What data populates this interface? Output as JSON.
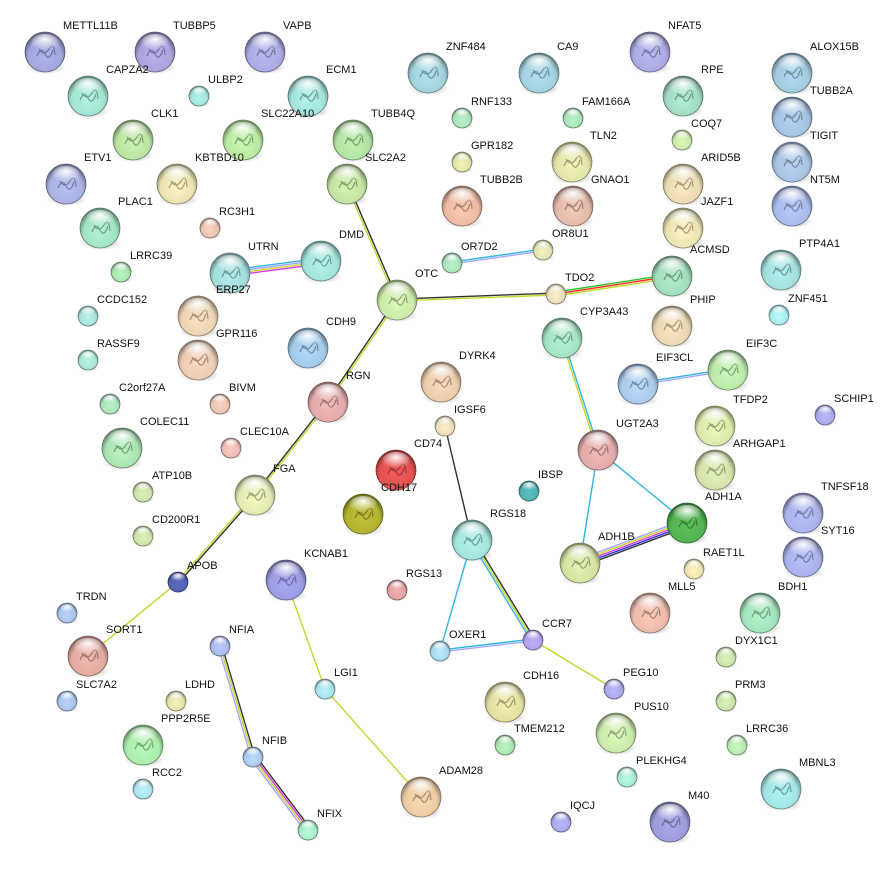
{
  "edge_colors": {
    "black": "#333333",
    "textmining": "#c4d82c",
    "database": "#2fb6e0",
    "experiments": "#e034e0",
    "coexpression": "#a8a6ff",
    "neighborhood": "#2ec82e",
    "fusion": "#ff2a2a",
    "cooccurrence": "#2a2ae0"
  },
  "nodes": [
    {
      "label": "METTL11B",
      "color": "#a2a6dc",
      "structure": true
    },
    {
      "label": "TUBBP5",
      "color": "#aaa2da",
      "structure": true
    },
    {
      "label": "VAPB",
      "color": "#aaaae2",
      "structure": true
    },
    {
      "label": "ZNF484",
      "color": "#a2d2dc",
      "structure": true
    },
    {
      "label": "CA9",
      "color": "#a2d0de",
      "structure": true
    },
    {
      "label": "NFAT5",
      "color": "#aaaae2",
      "structure": true
    },
    {
      "label": "ALOX15B",
      "color": "#a2cade",
      "structure": true
    },
    {
      "label": "CAPZA2",
      "color": "#a2e2d2",
      "structure": true
    },
    {
      "label": "ULBP2",
      "color": "#a2e2da",
      "structure": false
    },
    {
      "label": "ECM1",
      "color": "#a2e2da",
      "structure": true
    },
    {
      "label": "RPE",
      "color": "#a2dcc2",
      "structure": true
    },
    {
      "label": "TUBB2A",
      "color": "#a6c2e2",
      "structure": true
    },
    {
      "label": "RNF133",
      "color": "#aae2ba",
      "structure": false
    },
    {
      "label": "FAM166A",
      "color": "#aae2ba",
      "structure": false
    },
    {
      "label": "CLK1",
      "color": "#bae2a2",
      "structure": true
    },
    {
      "label": "SLC22A10",
      "color": "#bae8a2",
      "structure": true
    },
    {
      "label": "TUBB4Q",
      "color": "#b2e2a2",
      "structure": true
    },
    {
      "label": "COQ7",
      "color": "#cae8aa",
      "structure": false
    },
    {
      "label": "TLN2",
      "color": "#e2e2aa",
      "structure": true
    },
    {
      "label": "GPR182",
      "color": "#e2e2aa",
      "structure": false
    },
    {
      "label": "TIGIT",
      "color": "#aac2e2",
      "structure": true
    },
    {
      "label": "ETV1",
      "color": "#aab2e2",
      "structure": true
    },
    {
      "label": "KBTBD10",
      "color": "#eae2b2",
      "structure": true
    },
    {
      "label": "SLC2A2",
      "color": "#c2e2a2",
      "structure": true
    },
    {
      "label": "ARID5B",
      "color": "#eadab2",
      "structure": true
    },
    {
      "label": "NT5M",
      "color": "#aabaea",
      "structure": true
    },
    {
      "label": "TUBB2B",
      "color": "#eabaa2",
      "structure": true
    },
    {
      "label": "GNAO1",
      "color": "#e2baaa",
      "structure": true
    },
    {
      "label": "PLAC1",
      "color": "#a2e2c2",
      "structure": true
    },
    {
      "label": "RC3H1",
      "color": "#eac2b2",
      "structure": false
    },
    {
      "label": "JAZF1",
      "color": "#eae2b2",
      "structure": true
    },
    {
      "label": "OR8U1",
      "color": "#e2e2b2",
      "structure": false
    },
    {
      "label": "OR7D2",
      "color": "#aae2ba",
      "structure": false
    },
    {
      "label": "UTRN",
      "color": "#a2dcda",
      "structure": true
    },
    {
      "label": "DMD",
      "color": "#a2e2da",
      "structure": true
    },
    {
      "label": "LRRC39",
      "color": "#aae2b2",
      "structure": false
    },
    {
      "label": "ACMSD",
      "color": "#a2dcba",
      "structure": true
    },
    {
      "label": "PTP4A1",
      "color": "#a2dede",
      "structure": true
    },
    {
      "label": "OTC",
      "color": "#cae8aa",
      "structure": true
    },
    {
      "label": "TDO2",
      "color": "#eadeba",
      "structure": false
    },
    {
      "label": "ZNF451",
      "color": "#aaeaea",
      "structure": false
    },
    {
      "label": "CCDC152",
      "color": "#aae2da",
      "structure": false
    },
    {
      "label": "ERP27",
      "color": "#ead2b2",
      "structure": true
    },
    {
      "label": "PHIP",
      "color": "#ead6b2",
      "structure": true
    },
    {
      "label": "GPR116",
      "color": "#eacab2",
      "structure": true
    },
    {
      "label": "CDH9",
      "color": "#a2cae8",
      "structure": true
    },
    {
      "label": "CYP3A43",
      "color": "#a2e2c2",
      "structure": true
    },
    {
      "label": "RASSF9",
      "color": "#aae2d2",
      "structure": false
    },
    {
      "label": "EIF3CL",
      "color": "#aacaea",
      "structure": true
    },
    {
      "label": "EIF3C",
      "color": "#bae8aa",
      "structure": true
    },
    {
      "label": "DYRK4",
      "color": "#eacaaa",
      "structure": true
    },
    {
      "label": "C2orf27A",
      "color": "#aae2ba",
      "structure": false
    },
    {
      "label": "BIVM",
      "color": "#eac2b2",
      "structure": false
    },
    {
      "label": "RGN",
      "color": "#e2aaaa",
      "structure": true
    },
    {
      "label": "SCHIP1",
      "color": "#aaaaea",
      "structure": false
    },
    {
      "label": "TFDP2",
      "color": "#dae8aa",
      "structure": true
    },
    {
      "label": "UGT2A3",
      "color": "#e2aaaa",
      "structure": true
    },
    {
      "label": "IGSF6",
      "color": "#eadeba",
      "structure": false
    },
    {
      "label": "COLEC11",
      "color": "#aae2b2",
      "structure": true
    },
    {
      "label": "CLEC10A",
      "color": "#eabab2",
      "structure": false
    },
    {
      "label": "ARHGAP1",
      "color": "#d2e2aa",
      "structure": true
    },
    {
      "label": "CD74",
      "color": "#e25252",
      "structure": true
    },
    {
      "label": "ATP10B",
      "color": "#cae2aa",
      "structure": false
    },
    {
      "label": "FGA",
      "color": "#e2e8b2",
      "structure": true
    },
    {
      "label": "IBSP",
      "color": "#52b2b2",
      "structure": false
    },
    {
      "label": "CDH17",
      "color": "#b2b232",
      "structure": true
    },
    {
      "label": "TNFSF18",
      "color": "#aab2ea",
      "structure": true
    },
    {
      "label": "RGS18",
      "color": "#a2e2da",
      "structure": true
    },
    {
      "label": "ADH1A",
      "color": "#52b252",
      "structure": true
    },
    {
      "label": "CD200R1",
      "color": "#cae2aa",
      "structure": false
    },
    {
      "label": "ADH1B",
      "color": "#d2e2a2",
      "structure": true
    },
    {
      "label": "RAET1L",
      "color": "#eae2b2",
      "structure": false
    },
    {
      "label": "SYT16",
      "color": "#aab2ea",
      "structure": true
    },
    {
      "label": "APOB",
      "color": "#5262b2",
      "structure": false
    },
    {
      "label": "KCNAB1",
      "color": "#9c9ce2",
      "structure": true
    },
    {
      "label": "RGS13",
      "color": "#e2a2a2",
      "structure": false
    },
    {
      "label": "TRDN",
      "color": "#aac2ea",
      "structure": false
    },
    {
      "label": "MLL5",
      "color": "#eabaaa",
      "structure": true
    },
    {
      "label": "BDH1",
      "color": "#a2e2ba",
      "structure": true
    },
    {
      "label": "SORT1",
      "color": "#e2aaa2",
      "structure": true
    },
    {
      "label": "NFIA",
      "color": "#aabaea",
      "structure": false
    },
    {
      "label": "CCR7",
      "color": "#b2a2ea",
      "structure": false
    },
    {
      "label": "OXER1",
      "color": "#aadaea",
      "structure": false
    },
    {
      "label": "DYX1C1",
      "color": "#cae2aa",
      "structure": false
    },
    {
      "label": "LGI1",
      "color": "#aae2ea",
      "structure": false
    },
    {
      "label": "PEG10",
      "color": "#aaaaea",
      "structure": false
    },
    {
      "label": "SLC7A2",
      "color": "#aac2ea",
      "structure": false
    },
    {
      "label": "LDHD",
      "color": "#e2e2aa",
      "structure": false
    },
    {
      "label": "CDH16",
      "color": "#e2dea2",
      "structure": true
    },
    {
      "label": "PRM3",
      "color": "#cae2aa",
      "structure": false
    },
    {
      "label": "PPP2R5E",
      "color": "#aaeaaa",
      "structure": true
    },
    {
      "label": "TMEM212",
      "color": "#aae2b2",
      "structure": false
    },
    {
      "label": "PUS10",
      "color": "#cae8aa",
      "structure": true
    },
    {
      "label": "LRRC36",
      "color": "#bae8b2",
      "structure": false
    },
    {
      "label": "NFIB",
      "color": "#aacaea",
      "structure": false
    },
    {
      "label": "PLEKHG4",
      "color": "#aaead2",
      "structure": false
    },
    {
      "label": "RCC2",
      "color": "#aae2ea",
      "structure": false
    },
    {
      "label": "MBNL3",
      "color": "#a2e2e2",
      "structure": true
    },
    {
      "label": "ADAM28",
      "color": "#eacaa2",
      "structure": true
    },
    {
      "label": "IQCJ",
      "color": "#aaaaea",
      "structure": false
    },
    {
      "label": "M40",
      "color": "#9c9cda",
      "structure": true
    },
    {
      "label": "NFIX",
      "color": "#aaeaca",
      "structure": false
    }
  ],
  "edges": [
    {
      "a": "SLC2A2",
      "b": "OTC",
      "evidence": [
        "black",
        "textmining"
      ]
    },
    {
      "a": "OTC",
      "b": "RGN",
      "evidence": [
        "textmining",
        "black"
      ]
    },
    {
      "a": "RGN",
      "b": "FGA",
      "evidence": [
        "textmining",
        "black"
      ]
    },
    {
      "a": "FGA",
      "b": "APOB",
      "evidence": [
        "black",
        "textmining"
      ]
    },
    {
      "a": "APOB",
      "b": "SORT1",
      "evidence": [
        "textmining"
      ]
    },
    {
      "a": "OTC",
      "b": "TDO2",
      "evidence": [
        "black",
        "textmining"
      ]
    },
    {
      "a": "TDO2",
      "b": "ACMSD",
      "evidence": [
        "neighborhood",
        "fusion",
        "textmining"
      ]
    },
    {
      "a": "OR7D2",
      "b": "OR8U1",
      "evidence": [
        "database",
        "coexpression"
      ]
    },
    {
      "a": "UTRN",
      "b": "DMD",
      "evidence": [
        "database",
        "coexpression",
        "textmining",
        "experiments"
      ]
    },
    {
      "a": "CYP3A43",
      "b": "UGT2A3",
      "evidence": [
        "database",
        "textmining"
      ]
    },
    {
      "a": "UGT2A3",
      "b": "ADH1A",
      "evidence": [
        "database"
      ]
    },
    {
      "a": "UGT2A3",
      "b": "ADH1B",
      "evidence": [
        "database"
      ]
    },
    {
      "a": "ADH1B",
      "b": "ADH1A",
      "evidence": [
        "coexpression",
        "textmining",
        "experiments",
        "cooccurrence",
        "black"
      ]
    },
    {
      "a": "EIF3CL",
      "b": "EIF3C",
      "evidence": [
        "database",
        "coexpression"
      ]
    },
    {
      "a": "IGSF6",
      "b": "RGS18",
      "evidence": [
        "black"
      ]
    },
    {
      "a": "RGS18",
      "b": "CCR7",
      "evidence": [
        "black",
        "textmining",
        "database"
      ]
    },
    {
      "a": "RGS18",
      "b": "OXER1",
      "evidence": [
        "database"
      ]
    },
    {
      "a": "OXER1",
      "b": "CCR7",
      "evidence": [
        "database",
        "coexpression"
      ]
    },
    {
      "a": "CCR7",
      "b": "PEG10",
      "evidence": [
        "textmining"
      ]
    },
    {
      "a": "KCNAB1",
      "b": "LGI1",
      "evidence": [
        "textmining"
      ]
    },
    {
      "a": "LGI1",
      "b": "ADAM28",
      "evidence": [
        "textmining"
      ]
    },
    {
      "a": "NFIA",
      "b": "NFIB",
      "evidence": [
        "black",
        "textmining",
        "coexpression"
      ]
    },
    {
      "a": "NFIB",
      "b": "NFIX",
      "evidence": [
        "black",
        "experiments",
        "textmining",
        "coexpression"
      ]
    }
  ]
}
